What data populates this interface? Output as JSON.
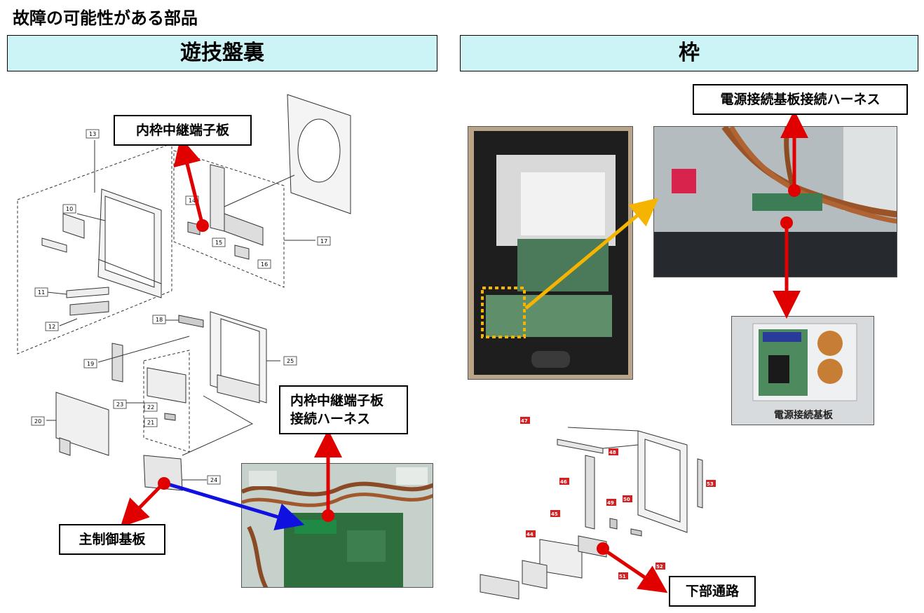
{
  "page_title": "故障の可能性がある部品",
  "left_header": "遊技盤裏",
  "right_header": "枠",
  "labels": {
    "inner_frame_relay_board": "内枠中継端子板",
    "inner_frame_relay_harness_line1": "内枠中継端子板",
    "inner_frame_relay_harness_line2": "接続ハーネス",
    "main_control_board": "主制御基板",
    "power_connection_harness": "電源接続基板接続ハーネス",
    "lower_passage": "下部通路",
    "power_connection_board": "電源接続基板"
  },
  "left_part_numbers": [
    "10",
    "11",
    "12",
    "13",
    "14",
    "15",
    "16",
    "17",
    "18",
    "19",
    "20",
    "21",
    "22",
    "23",
    "24",
    "25"
  ],
  "right_part_numbers": [
    "44",
    "45",
    "46",
    "47",
    "48",
    "49",
    "50",
    "51",
    "52",
    "53"
  ],
  "colors": {
    "header_bg": "#ccf4f6",
    "pointer_red": "#e00000",
    "pointer_blue": "#1010e0",
    "pointer_yellow": "#f5b400",
    "part_badge_red": "#d42020"
  }
}
